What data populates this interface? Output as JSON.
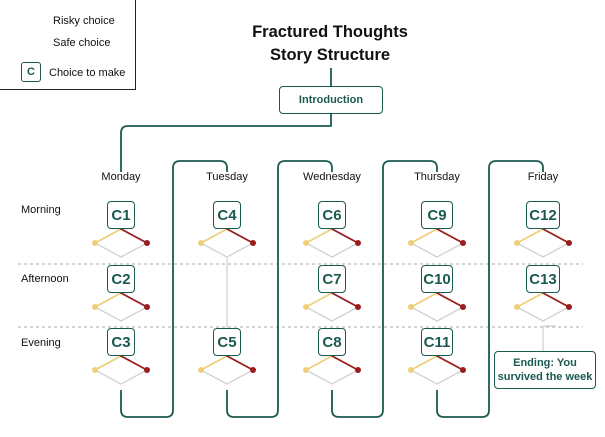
{
  "title": {
    "line1": "Fractured Thoughts",
    "line2": "Story Structure"
  },
  "legend": {
    "risky": "Risky choice",
    "safe": "Safe choice",
    "choice_glyph": "C",
    "choice": "Choice to make"
  },
  "intro": "Introduction",
  "days": [
    "Monday",
    "Tuesday",
    "Wednesday",
    "Thursday",
    "Friday"
  ],
  "times": [
    "Morning",
    "Afternoon",
    "Evening"
  ],
  "choices": {
    "c1": "C1",
    "c2": "C2",
    "c3": "C3",
    "c4": "C4",
    "c5": "C5",
    "c6": "C6",
    "c7": "C7",
    "c8": "C8",
    "c9": "C9",
    "c10": "C10",
    "c11": "C11",
    "c12": "C12",
    "c13": "C13"
  },
  "ending": {
    "line1": "Ending: You",
    "line2": "survived the week"
  },
  "colors": {
    "risky": "#f0cf7a",
    "safe": "#9b1c1c",
    "accent": "#1a5a50",
    "grid": "#d2d2d2"
  }
}
